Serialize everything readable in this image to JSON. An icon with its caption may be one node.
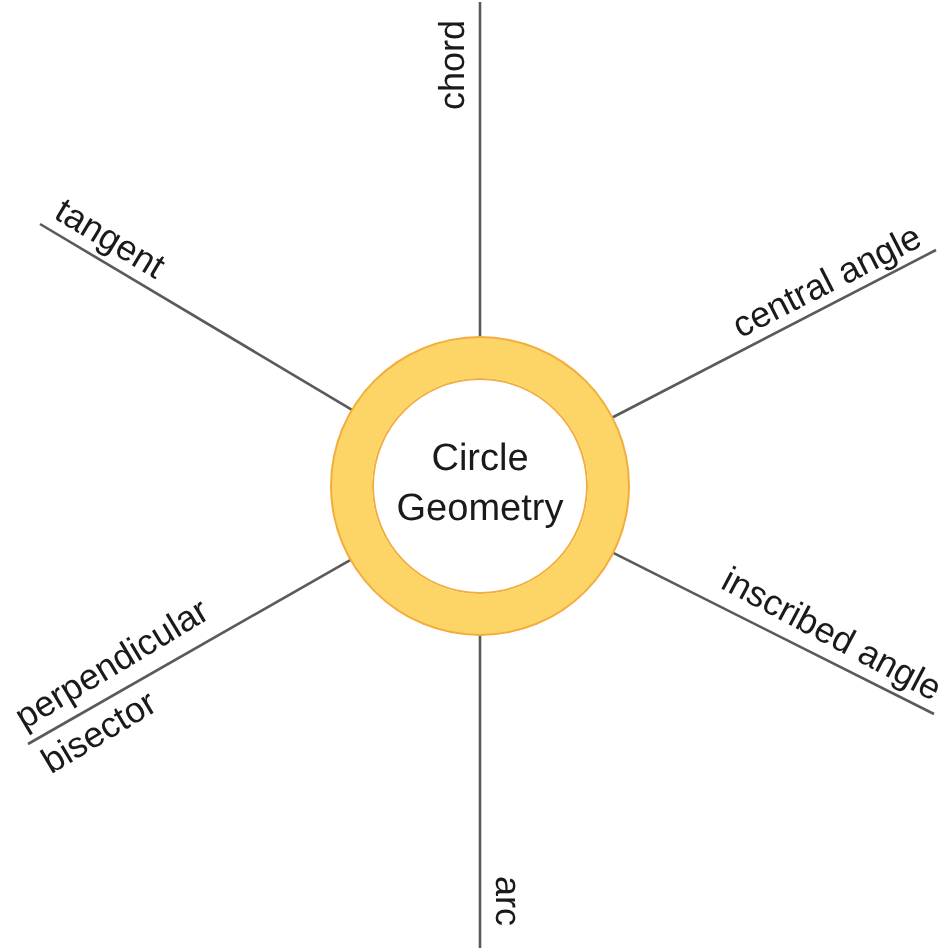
{
  "diagram": {
    "nodes": [
      {
        "text": [
          "Circle Geometry"
        ]
      },
      {
        "text": [
          "chord"
        ]
      },
      {
        "text": [
          "tangent"
        ]
      },
      {
        "text": [
          "central angle"
        ]
      },
      {
        "text": [
          "inscribed angle"
        ]
      },
      {
        "text": [
          "perpendicular bisector"
        ]
      },
      {
        "text": [
          "arc"
        ]
      }
    ],
    "edges": [
      {
        "from": 0,
        "to": 1,
        "arrow": "none"
      },
      {
        "from": 0,
        "to": 2,
        "arrow": "none"
      },
      {
        "from": 0,
        "to": 3,
        "arrow": "none"
      },
      {
        "from": 0,
        "to": 4,
        "arrow": "none"
      },
      {
        "from": 0,
        "to": 5,
        "arrow": "none"
      },
      {
        "from": 0,
        "to": 6,
        "arrow": "none"
      }
    ]
  }
}
